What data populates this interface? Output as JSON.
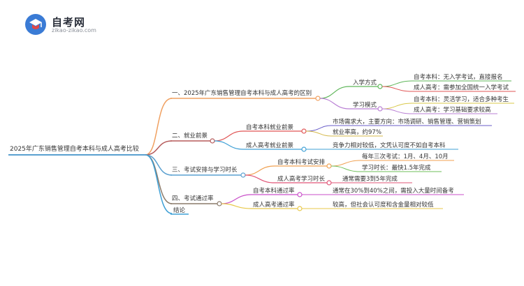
{
  "logo": {
    "name": "自考网",
    "domain": "zikao-zikao.com",
    "icon": "graduation-cap-icon",
    "colors": {
      "blue": "#3a7bd5",
      "red": "#e04848"
    }
  },
  "mindmap": {
    "root": "2025年广东销售管理自考本科与成人高考比较",
    "branches": [
      {
        "label": "一、2025年广东销售管理自考本科与成人高考的区别",
        "color": "#f0a060",
        "children": [
          {
            "label": "入学方式",
            "color": "#5fb65a",
            "items": [
              {
                "text": "自考本科：无入学考试，直接报名",
                "color": "#5fb65a"
              },
              {
                "text": "成人高考：需参加全国统一入学考试",
                "color": "#e05555"
              }
            ]
          },
          {
            "label": "学习模式",
            "color": "#b97fd4",
            "items": [
              {
                "text": "自考本科：灵活学习，适合多种考生",
                "color": "#d9c84a"
              },
              {
                "text": "成人高考：学习基础要求较高",
                "color": "#b97fd4"
              }
            ]
          }
        ]
      },
      {
        "label": "二、就业前景",
        "color": "#b55a5a",
        "children": [
          {
            "label": "自考本科就业前景",
            "color": "#e05555",
            "items": [
              {
                "text": "市场需求大，主要方向：市场调研、销售管理、营销策划",
                "color": "#6a5ec9"
              },
              {
                "text": "就业率高，约97%",
                "color": "#d4b84a"
              }
            ]
          },
          {
            "label": "成人高考就业前景",
            "color": "#3fa0d6",
            "items": [
              {
                "text": "竞争力相对较低，文凭认可度不如自考本科",
                "color": "#3fa0d6"
              }
            ]
          }
        ]
      },
      {
        "label": "三、考试安排与学习时长",
        "color": "#5aa0d0",
        "children": [
          {
            "label": "自考本科考试安排",
            "color": "#f0a050",
            "items": [
              {
                "text": "每年三次考试：1月、4月、10月",
                "color": "#f0a050"
              },
              {
                "text": "学习时长：最快1.5年完成",
                "color": "#6fbf5a"
              }
            ]
          },
          {
            "label": "成人高考学习时长",
            "color": "#e05577",
            "items": [
              {
                "text": "通常需要3到5年完成",
                "color": "#e05577"
              }
            ]
          }
        ]
      },
      {
        "label": "四、考试通过率",
        "color": "#8a7a6a",
        "children": [
          {
            "label": "自考本科通过率",
            "color": "#c94fc9",
            "items": [
              {
                "text": "通常在30%到40%之间，需投入大量时间备考",
                "color": "#c94fc9"
              }
            ]
          },
          {
            "label": "成人高考通过率",
            "color": "#e8c84a",
            "items": [
              {
                "text": "较高，但社会认可度和含金量相对较低",
                "color": "#e8c84a"
              }
            ]
          }
        ]
      },
      {
        "label": "结论",
        "color": "#3fa0d6",
        "children": []
      }
    ]
  }
}
